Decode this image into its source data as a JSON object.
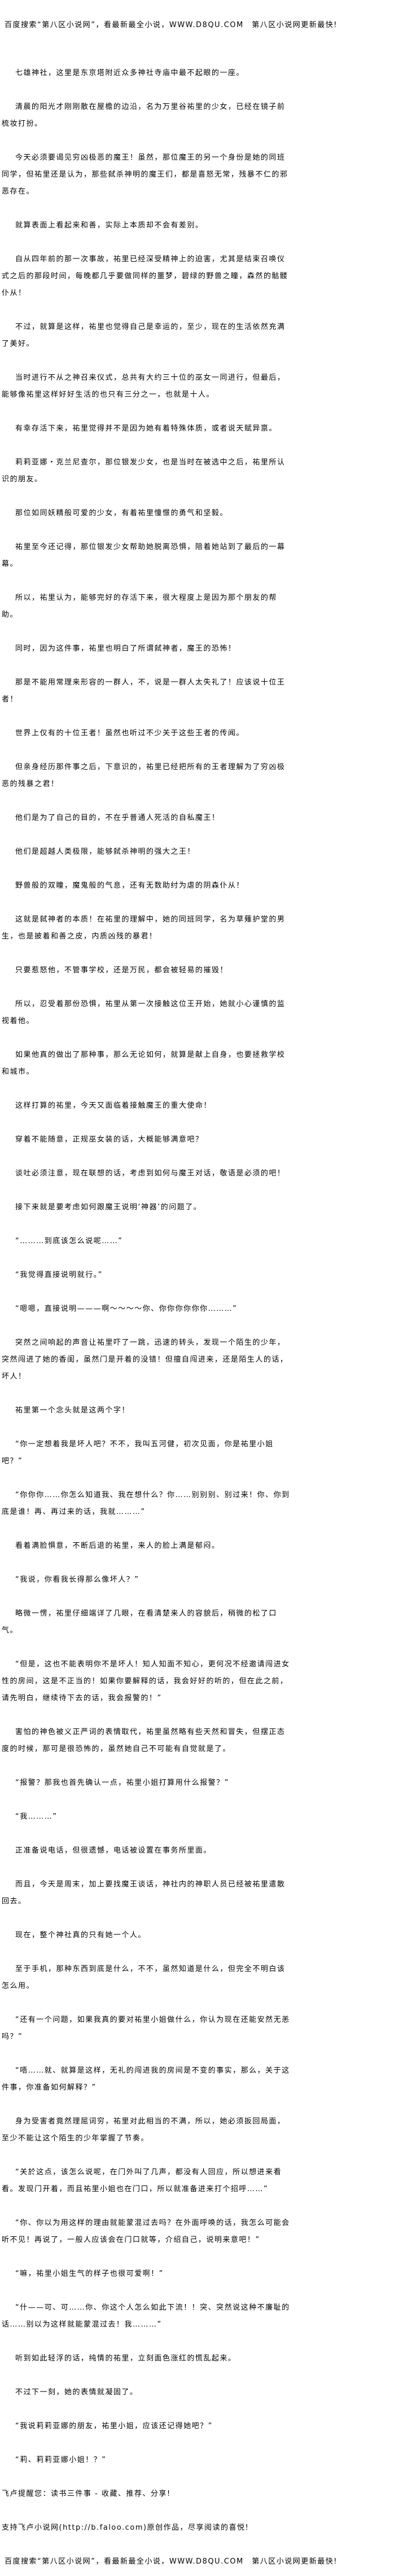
{
  "banner": "百度搜索“第八区小说网”，看最新最全小说，WWW.D8QU.COM　第八区小说网更新最快!",
  "paragraphs": [
    "七雄神社，这里是东京塔附近众多神社寺庙中最不起眼的一座。",
    "清晨的阳光才刚刚散在屋檐的边沿，名为万里谷祐里的少女，已经在镜子前梳妆打扮。",
    "今天必须要谒见穷凶极恶的魔王！虽然，那位魔王的另一个身份是她的同班同学，但祐里还是认为，那些弑杀神明的魔王们，都是喜怒无常，残暴不仁的邪恶存在。",
    "就算表面上看起来和善，实际上本质却不会有差别。",
    "自从四年前的那一次事故，祐里已经深受精神上的迫害，尤其是结束召唤仪式之后的那段时间，每晚都几乎要做同样的噩梦，碧绿的野兽之瞳，森然的骷髅仆从！",
    "不过，就算是这样，祐里也觉得自己是幸运的，至少，现在的生活依然充满了美好。",
    "当时进行不从之神召来仪式，总共有大约三十位的巫女一同进行，但最后，能够像祐里这样好好生活的也只有三分之一，也就是十人。",
    "有幸存活下来，祐里觉得并不是因为她有着特殊体质，或者说天赋异禀。",
    "莉莉亚娜・克兰尼查尔，那位银发少女，也是当时在被选中之后，祐里所认识的朋友。",
    "那位如同妖精般可爱的少女，有着祐里憧憬的勇气和坚毅。",
    "祐里至今还记得，那位银发少女帮助她脱离恐惧，陪着她站到了最后的一幕幕。",
    "所以，祐里认为，能够完好的存活下来，很大程度上是因为那个朋友的帮助。",
    "同时，因为这件事，祐里也明白了所谓弑神者，魔王的恐怖！",
    "那是不能用常理来形容的一群人，不，说是一群人太失礼了！应该说十位王者！",
    "世界上仅有的十位王者！虽然也听过不少关于这些王者的传闻。",
    "但亲身经历那件事之后，下意识的，祐里已经把所有的王者理解为了穷凶极恶的残暴之君！",
    "他们是为了自己的目的，不在乎普通人死活的自私魔王！",
    "他们是超越人类极限，能够弑杀神明的强大之王！",
    "野兽般的双瞳，魔鬼般的气息，还有无数助纣为虐的阴森仆从！",
    "这就是弑神者的本质！在祐里的理解中，她的同班同学，名为草薙护堂的男生，也是披着和善之皮，内质凶残的暴君！",
    "只要惹怒他，不管事学校，还是万民，都会被轻易的摧毁！",
    "所以，忍受着那份恐惧，祐里从第一次接触这位王开始，她就小心谨慎的监视着他。",
    "如果他真的做出了那种事，那么无论如何，就算是献上自身，也要拯救学校和城市。",
    "这样打算的祐里，今天又面临着接触魔王的重大使命！",
    "穿着不能随意，正规巫女装的话，大概能够满意吧？",
    "谈吐必须注意，现在联想的话，考虑到如何与魔王对话，敬语是必须的吧！",
    "接下来就是要考虑如何跟魔王说明‘神器’的问题了。",
    "“………到底该怎么说呢……”",
    "“我觉得直接说明就行。”",
    "“嗯嗯，直接说明———啊～～～～你、你你你你你你………”",
    "突然之间响起的声音让祐里吓了一跳，迅速的转头，发现一个陌生的少年，突然闯进了她的香闺，虽然门是开着的没错！但擅自闯进来，还是陌生人的话，坏人！",
    "祐里第一个念头就是这两个字！",
    "“你一定想着我是坏人吧？不不，我叫五河健，初次见面，你是祐里小姐吧？”",
    "“你你你……你怎么知道我、我在想什么？你……别别别、别过来！你、你到底是谁！再、再过来的话，我就………”",
    "看着满脸惧意，不断后退的祐里，来人的脸上满是郁闷。",
    "“我说，你看我长得那么像坏人？”",
    "略微一愣，祐里仔细端详了几眼，在看清楚来人的容貌后，稍微的松了口气。",
    "“但是，这也不能表明你不是坏人！知人知面不知心，更何况不经邀请闯进女性的房间，这是不正当的！如果你要解释的话，我会好好的听的，但在此之前，请先明白，继续待下去的话，我会报警的！”",
    "害怕的神色被义正严词的表情取代，祐里虽然略有些天然和冒失，但摆正态度的时候，那可是很恐怖的，虽然她自己不可能有自觉就是了。",
    "“报警？那我也首先确认一点，祐里小姐打算用什么报警？”",
    "“我………”",
    "正准备说电话，但很遗憾，电话被设置在事务所里面。",
    "而且，今天是周末，加上要找魔王谈话，神社内的神职人员已经被祐里遣散回去。",
    "现在，整个神社真的只有她一个人。",
    "至于手机，那种东西到底是什么，不不，虽然知道是什么，但完全不明白该怎么用。",
    "“还有一个问题，如果我真的要对祐里小姐做什么，你认为现在还能安然无恙吗？”",
    "“唔……就、就算是这样，无礼的闯进我的房间是不变的事实，那么，关于这件事，你准备如何解释？”",
    "身为受害者竟然理屈词穷，祐里对此相当的不满，所以，她必须扳回局面，至少不能让这个陌生的少年掌握了节奏。",
    "“关於这点，该怎么说呢，在门外叫了几声，都没有人回应，所以想进来看看。发现门开着，而且祐里小姐也在门口，所以就准备进来打个招呼……”",
    "“你、你以为用这样的理由就能蒙混过去吗？在外面呼唤的话，我怎么可能会听不见！再说了，一般人应该会在门口就等，介绍自己，说明来意吧！”",
    "“嘛，祐里小姐生气的样子也很可爱啊！”",
    "“什——可、可……你、你这个人怎么如此下流！！突、突然说这种不廉耻的话……别以为这样就能蒙混过去！我………”",
    "听到如此轻浮的话，纯情的祐里，立刻面色涨红的慌乱起来。",
    "不过下一刻，她的表情就凝固了。",
    "“我说莉莉亚娜的朋友，祐里小姐，应该还记得她吧？”",
    "“莉、莉莉亚娜小姐！？”"
  ],
  "footer": {
    "reminder": "飞卢提醒您：读书三件事 - 收藏、推荐、分享!",
    "support": "支持飞卢小说网(http://b.faloo.com)原创作品，尽享阅读的喜悦!"
  }
}
